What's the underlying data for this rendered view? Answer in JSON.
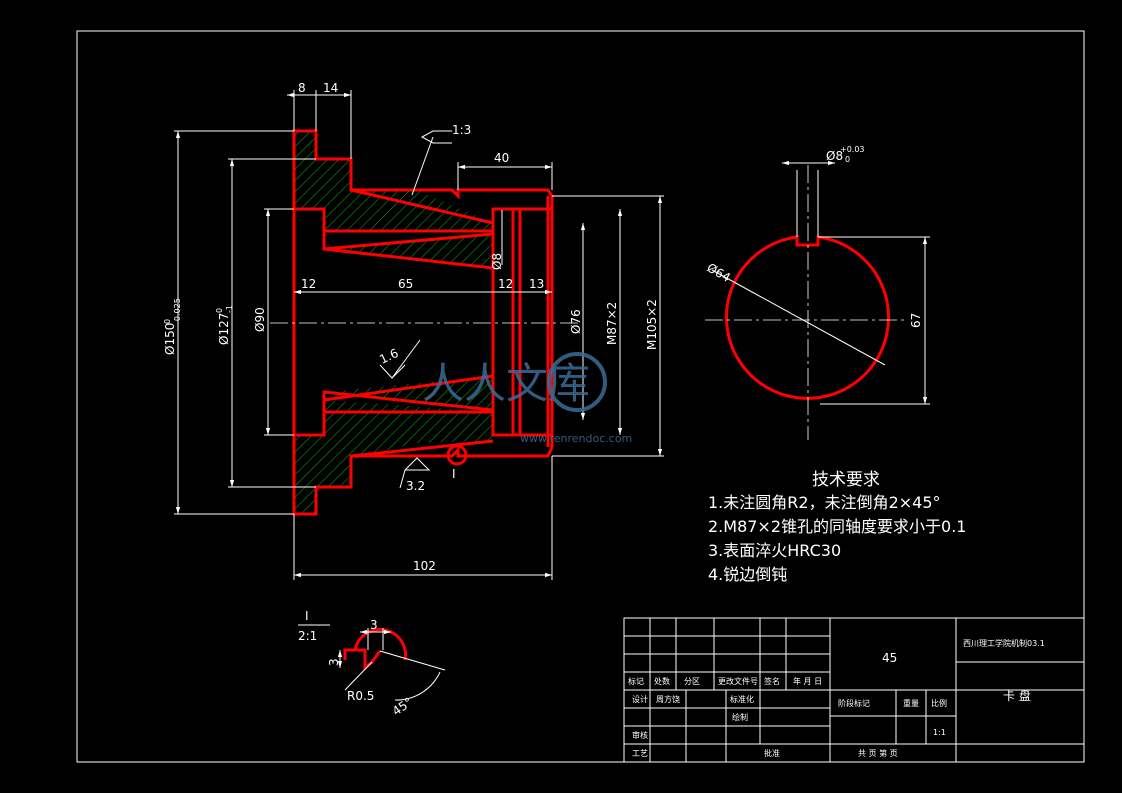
{
  "dimensions": {
    "d8": "8",
    "d14": "14",
    "taper": "1:3",
    "d40": "40",
    "dia8": "Ø8",
    "d12a": "12",
    "d65": "65",
    "d12b": "12",
    "d13": "13",
    "dia150": "Ø150",
    "dia150_tol_upper": "0",
    "dia150_tol_lower": "-0.025",
    "dia127": "Ø127",
    "dia127_tol_upper": "0",
    "dia127_tol_lower": "-1",
    "dia90": "Ø90",
    "dia76": "Ø76",
    "m87": "M87×2",
    "m105": "M105×2",
    "rough16": "1.6",
    "rough32": "3.2",
    "detail_mark": "I",
    "d102": "102",
    "dia64": "Ø64",
    "key8": "Ø8",
    "key8_tol_upper": "+0.03",
    "key8_tol_lower": "0",
    "d67": "67"
  },
  "detail": {
    "label": "I",
    "scale": "2:1",
    "d3a": "3",
    "d3b": "3",
    "r05": "R0.5",
    "angle": "45°"
  },
  "tech": {
    "heading": "技术要求",
    "line1": "1.未注圆角R2，未注倒角2×45°",
    "line2": "2.M87×2锥孔的同轴度要求小于0.1",
    "line3": "3.表面淬火HRC30",
    "line4": "4.锐边倒钝"
  },
  "title_block": {
    "material": "45",
    "school": "西川理工学院机制03.1",
    "part_name": "卡  盘",
    "mark": "标记",
    "count": "处数",
    "zone": "分区",
    "change_doc": "更改文件号",
    "sign": "签名",
    "date": "年 月 日",
    "design": "设计",
    "designer": "周方饶",
    "standardize": "标准化",
    "stage_mark": "阶段标记",
    "weight": "重量",
    "ratio": "比例",
    "drawing": "绘制",
    "review": "审核",
    "process": "工艺",
    "approve": "批准",
    "scale": "1:1",
    "sheets": "共 页  第 页"
  },
  "watermark": {
    "text": "人人文库",
    "url": "www.renrendoc.com"
  },
  "colors": {
    "background": "#000000",
    "lines": "#ffffff",
    "outline": "#ff0000",
    "hatch": "#00a000"
  }
}
